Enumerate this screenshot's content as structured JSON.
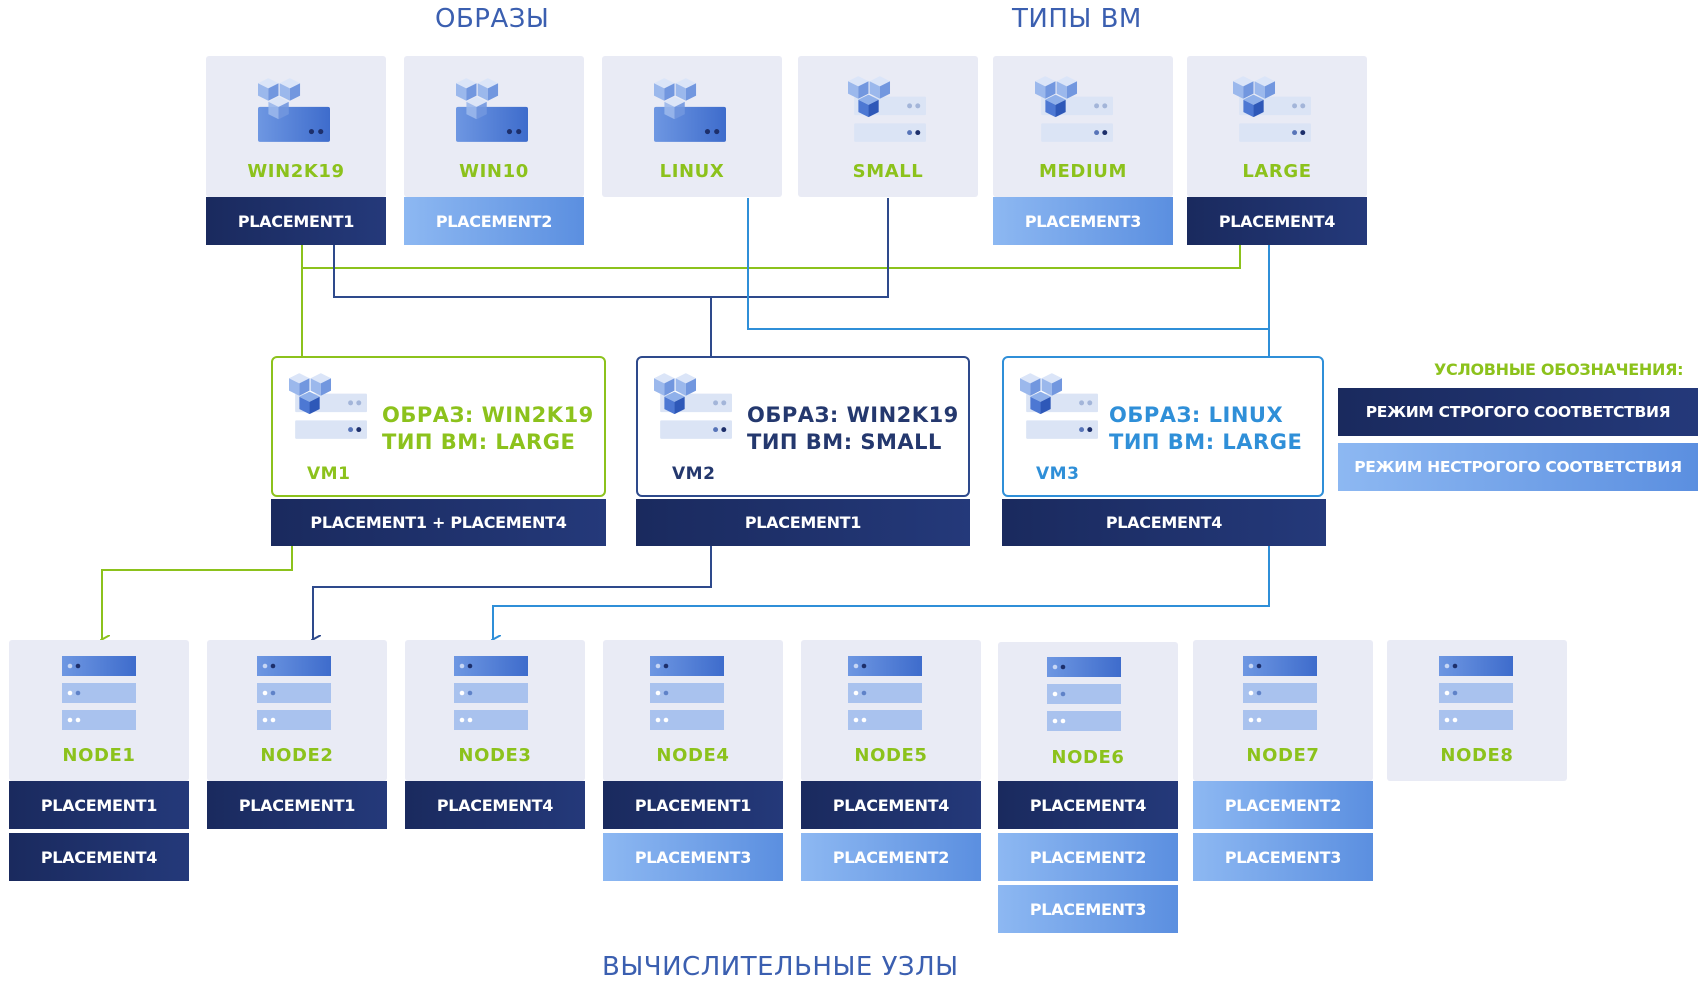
{
  "headings": {
    "images": "ОБРАЗЫ",
    "vm_types": "ТИПЫ ВМ",
    "nodes": "ВЫЧИСЛИТЕЛЬНЫЕ УЗЛЫ"
  },
  "images": [
    {
      "label": "WIN2K19",
      "placement": "PLACEMENT1",
      "mode": "strict",
      "icon": "image-server-icon"
    },
    {
      "label": "WIN10",
      "placement": "PLACEMENT2",
      "mode": "soft",
      "icon": "image-server-icon"
    },
    {
      "label": "LINUX",
      "placement": "",
      "mode": "",
      "icon": "image-server-icon"
    }
  ],
  "vm_types": [
    {
      "label": "SMALL",
      "placement": "",
      "mode": "",
      "icon": "vm-type-icon"
    },
    {
      "label": "MEDIUM",
      "placement": "PLACEMENT3",
      "mode": "soft",
      "icon": "vm-type-icon"
    },
    {
      "label": "LARGE",
      "placement": "PLACEMENT4",
      "mode": "strict",
      "icon": "vm-type-icon"
    }
  ],
  "vms": [
    {
      "name": "VM1",
      "line1": "ОБРАЗ: WIN2K19",
      "line2": "ТИП ВМ: LARGE",
      "placement": "PLACEMENT1 + PLACEMENT4",
      "color": "#8cc21c"
    },
    {
      "name": "VM2",
      "line1": "ОБРАЗ: WIN2K19",
      "line2": "ТИП ВМ: SMALL",
      "placement": "PLACEMENT1",
      "color": "#2e4a8c"
    },
    {
      "name": "VM3",
      "line1": "ОБРАЗ: LINUX",
      "line2": "ТИП ВМ: LARGE",
      "placement": "PLACEMENT4",
      "color": "#2f8fd8"
    }
  ],
  "legend": {
    "title": "УСЛОВНЫЕ ОБОЗНАЧЕНИЯ:",
    "strict": "РЕЖИМ СТРОГОГО СООТВЕТСТВИЯ",
    "soft": "РЕЖИМ НЕСТРОГОГО СООТВЕТСТВИЯ"
  },
  "nodes": [
    {
      "label": "NODE1",
      "placements": [
        {
          "name": "PLACEMENT1",
          "mode": "strict"
        },
        {
          "name": "PLACEMENT4",
          "mode": "strict"
        }
      ]
    },
    {
      "label": "NODE2",
      "placements": [
        {
          "name": "PLACEMENT1",
          "mode": "strict"
        }
      ]
    },
    {
      "label": "NODE3",
      "placements": [
        {
          "name": "PLACEMENT4",
          "mode": "strict"
        }
      ]
    },
    {
      "label": "NODE4",
      "placements": [
        {
          "name": "PLACEMENT1",
          "mode": "strict"
        },
        {
          "name": "PLACEMENT3",
          "mode": "soft"
        }
      ]
    },
    {
      "label": "NODE5",
      "placements": [
        {
          "name": "PLACEMENT4",
          "mode": "strict"
        },
        {
          "name": "PLACEMENT2",
          "mode": "soft"
        }
      ]
    },
    {
      "label": "NODE6",
      "placements": [
        {
          "name": "PLACEMENT4",
          "mode": "strict"
        },
        {
          "name": "PLACEMENT2",
          "mode": "soft"
        },
        {
          "name": "PLACEMENT3",
          "mode": "soft"
        }
      ]
    },
    {
      "label": "NODE7",
      "placements": [
        {
          "name": "PLACEMENT2",
          "mode": "soft"
        },
        {
          "name": "PLACEMENT3",
          "mode": "soft"
        }
      ]
    },
    {
      "label": "NODE8",
      "placements": []
    }
  ],
  "colors": {
    "strict": "#1f3169",
    "soft": "#7aa8ee",
    "green": "#8cc21c",
    "navy": "#2e4a8c",
    "blue": "#2f8fd8",
    "card": "#e9ebf5"
  }
}
